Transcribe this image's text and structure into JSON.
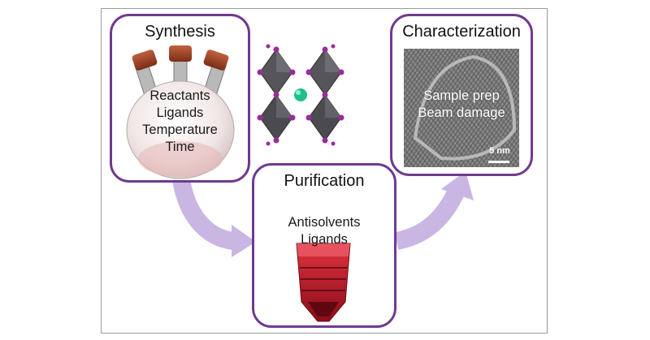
{
  "synthesis": {
    "title": "Synthesis",
    "items": [
      "Reactants",
      "Ligands",
      "Temperature",
      "Time"
    ]
  },
  "purification": {
    "title": "Purification",
    "items": [
      "Antisolvents",
      "Ligands"
    ]
  },
  "characterization": {
    "title": "Characterization",
    "items": [
      "Sample prep",
      "Beam damage"
    ],
    "scale_bar": "5 nm"
  },
  "colors": {
    "panel_border": "#6f3a8f",
    "arrow": "#c9b6e3",
    "octahedron": "#4a4a4e",
    "halide": "#9c2a9c",
    "cation": "#1fc08a",
    "solution": "#c8202e"
  }
}
